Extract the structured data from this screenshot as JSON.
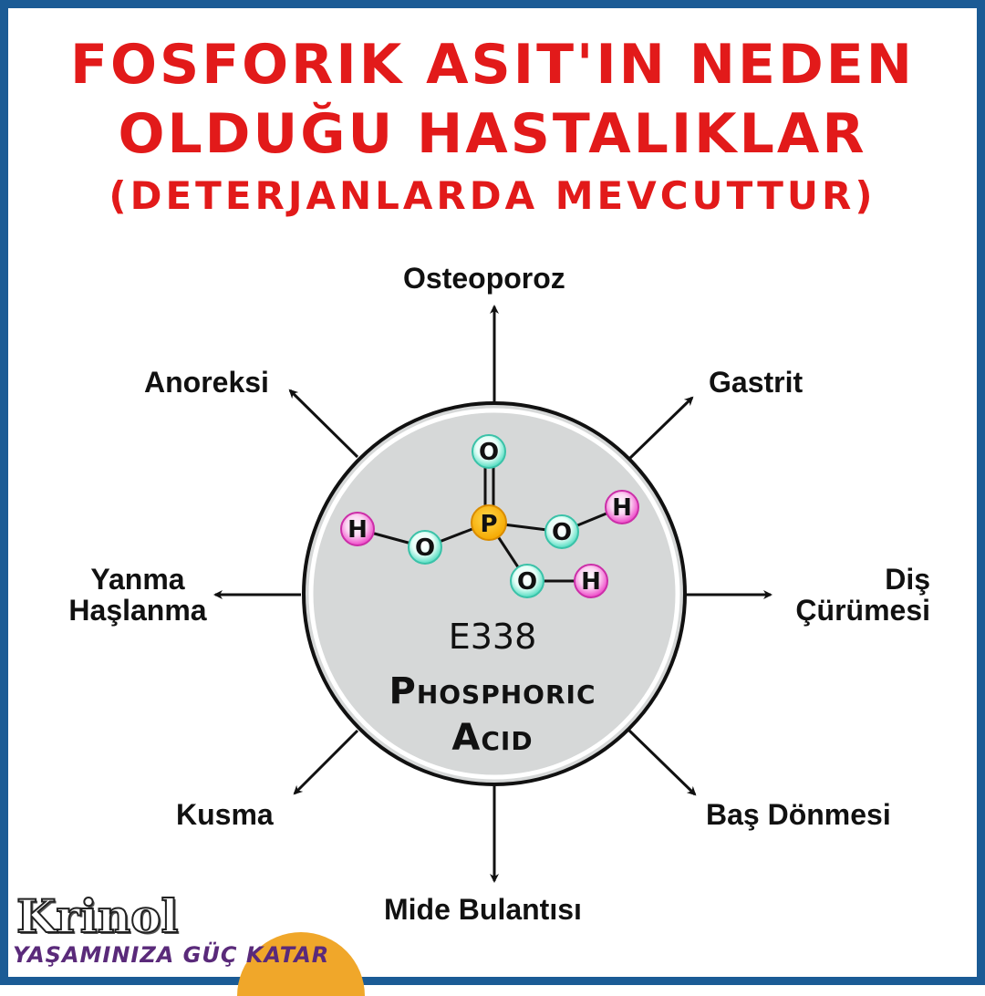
{
  "title": {
    "line1": "FOSFORIK ASIT'IN NEDEN",
    "line2": "OLDUĞU HASTALIKLAR",
    "line3": "(DETERJANLARDA MEVCUTTUR)"
  },
  "center": {
    "code": "E338",
    "name_line1_initial": "P",
    "name_line1_rest": "HOSPHORIC",
    "name_line2_initial": "A",
    "name_line2_rest": "CID"
  },
  "molecule": {
    "atoms": {
      "o_top": "O",
      "p_center": "P",
      "o_left": "O",
      "h_left": "H",
      "o_right": "O",
      "h_right": "H",
      "o_bottom": "O",
      "h_bottom": "H"
    }
  },
  "diseases": {
    "osteoporoz": "Osteoporoz",
    "gastrit": "Gastrit",
    "dis_curumesi_1": "Diş",
    "dis_curumesi_2": "Çürümesi",
    "bas_donmesi": "Baş Dönmesi",
    "mide_bulantisi": "Mide Bulantısı",
    "kusma": "Kusma",
    "yanma_1": "Yanma",
    "yanma_2": "Haşlanma",
    "anoreksi": "Anoreksi"
  },
  "brand": {
    "logo": "Krinol",
    "slogan": "YAŞAMINIZA GÜÇ KATAR"
  },
  "colors": {
    "title": "#e21a1a",
    "border": "#1b5b95",
    "circle_fill": "#d6d8d8",
    "oxygen": "#4fdcc0",
    "hydrogen": "#ee44c8",
    "phosphorus": "#f5a800",
    "slogan_bg": "#f0a72a"
  }
}
